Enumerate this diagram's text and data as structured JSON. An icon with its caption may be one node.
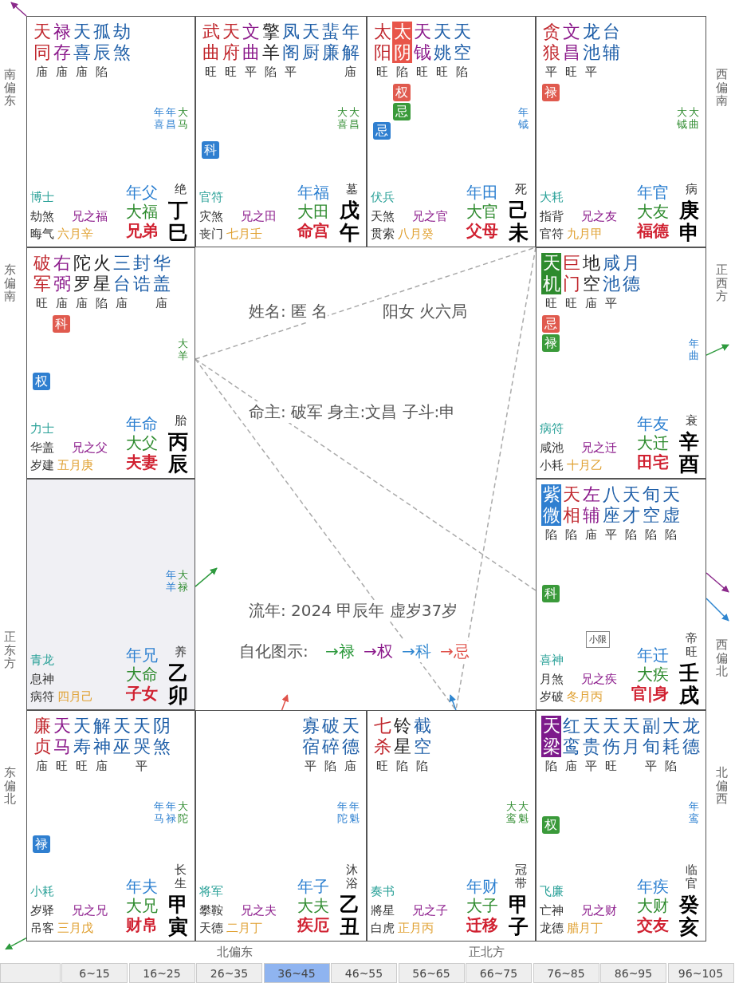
{
  "diagram": {
    "nodes": [
      {
        "text": [
          "天同",
          "禄存",
          "天喜",
          "孤辰",
          "劫煞",
          "庙庙庙陷",
          "年喜",
          "年昌",
          "大马",
          "博士",
          "劫煞",
          "晦气",
          "兄之福",
          "六月辛",
          "年父",
          "大福",
          "兄弟",
          "绝",
          "丁巳"
        ]
      },
      {
        "text": [
          "武曲",
          "天府",
          "文曲",
          "擎羊",
          "凤阁",
          "天厨",
          "蜚廉",
          "年解",
          "旺旺平陷平　　庙",
          "科",
          "大喜",
          "大昌",
          "官符",
          "灾煞",
          "丧门",
          "兄之田",
          "七月壬",
          "年福",
          "大田",
          "命宫",
          "墓",
          "戊午"
        ]
      },
      {
        "text": [
          "太阳",
          "太阴",
          "天钺",
          "天姚",
          "天空",
          "旺陷旺旺陷",
          "权",
          "忌",
          "忌",
          "年钺",
          "伏兵",
          "天煞",
          "贯索",
          "兄之官",
          "八月癸",
          "年田",
          "大官",
          "父母",
          "死",
          "己未"
        ]
      },
      {
        "text": [
          "贪狼",
          "文昌",
          "龙池",
          "台辅",
          "平旺平",
          "禄",
          "大钺",
          "大曲",
          "大耗",
          "指背",
          "官符",
          "兄之友",
          "九月甲",
          "年官",
          "大友",
          "福德",
          "病",
          "庚申"
        ]
      },
      {
        "text": [
          "破军",
          "右弼",
          "陀罗",
          "火星",
          "三台",
          "封诰",
          "华盖",
          "旺庙庙陷庙　庙",
          "科",
          "权",
          "大羊",
          "力士",
          "华盖",
          "岁建",
          "兄之父",
          "五月庚",
          "年命",
          "大父",
          "夫妻",
          "胎",
          "丙辰"
        ]
      },
      {
        "text": [
          "天机",
          "巨门",
          "地空",
          "咸池",
          "月德",
          "旺旺庙平",
          "忌",
          "禄",
          "年曲",
          "病符",
          "咸池",
          "小耗",
          "兄之迁",
          "十月乙",
          "年友",
          "大迁",
          "田宅",
          "衰",
          "辛酉"
        ]
      },
      {
        "text": [
          "年羊",
          "大禄",
          "青龙",
          "息神",
          "病符",
          "四月己",
          "年兄",
          "大命",
          "子女",
          "养",
          "乙卯"
        ]
      },
      {
        "text": [
          "紫微",
          "天相",
          "左辅",
          "八座",
          "天才",
          "旬空",
          "天虚",
          "陷陷庙平陷陷陷",
          "科",
          "小限",
          "喜神",
          "月煞",
          "岁破",
          "兄之疾",
          "冬月丙",
          "年迁",
          "大疾",
          "官|身",
          "帝旺",
          "壬戌"
        ]
      },
      {
        "text": [
          "廉贞",
          "天马",
          "天寿",
          "解神",
          "天巫",
          "天哭",
          "阴煞",
          "庙旺旺庙　平",
          "禄",
          "年马",
          "年禄",
          "大陀",
          "小耗",
          "岁驿",
          "吊客",
          "兄之兄",
          "三月戊",
          "年夫",
          "大兄",
          "财帛",
          "长生",
          "甲寅"
        ]
      },
      {
        "text": [
          "寡宿",
          "破碎",
          "天德",
          "平陷庙",
          "年陀",
          "年魁",
          "将军",
          "攀鞍",
          "天德",
          "兄之夫",
          "二月丁",
          "年子",
          "大夫",
          "疾厄",
          "沐浴",
          "乙丑"
        ]
      },
      {
        "text": [
          "七杀",
          "铃星",
          "截空",
          "旺陷陷",
          "大鸾",
          "大魁",
          "奏书",
          "將星",
          "白虎",
          "兄之子",
          "正月丙",
          "年财",
          "大子",
          "迁移",
          "冠带",
          "甲子"
        ]
      },
      {
        "text": [
          "天梁",
          "红鸾",
          "天贵",
          "天伤",
          "天月",
          "副旬",
          "大耗",
          "龙德",
          "陷庙平旺　平陷",
          "权",
          "年鸾",
          "飞廉",
          "亡神",
          "龙德",
          "兄之财",
          "腊月丁",
          "年疾",
          "大财",
          "交友",
          "临官",
          "癸亥"
        ]
      }
    ],
    "edges": [
      {
        "from": 4,
        "to": 3,
        "arrow": "none",
        "style": "dashed",
        "color": "#aaaaaa"
      },
      {
        "from": 4,
        "to": 7,
        "arrow": "none",
        "style": "dashed",
        "color": "#aaaaaa"
      },
      {
        "from": 4,
        "to": 10,
        "arrow": "none",
        "style": "dashed",
        "color": "#aaaaaa"
      },
      {
        "from": 3,
        "to": 10,
        "arrow": "none",
        "style": "dashed",
        "color": "#aaaaaa"
      },
      {
        "from": 0,
        "to": null,
        "arrow": "to",
        "color": "#8b2a8b"
      },
      {
        "from": 5,
        "to": null,
        "arrow": "to",
        "color": "#2e9a3e"
      },
      {
        "from": 6,
        "to": null,
        "arrow": "to",
        "color": "#2e9a3e"
      },
      {
        "from": 7,
        "to": null,
        "arrow": "to",
        "color": "#8b2a8b"
      },
      {
        "from": 7,
        "to": null,
        "arrow": "to",
        "color": "#2f86d0"
      },
      {
        "from": 8,
        "to": null,
        "arrow": "to",
        "color": "#2e9a3e"
      },
      {
        "from": 9,
        "to": null,
        "arrow": "to",
        "color": "#e0524a"
      },
      {
        "from": 10,
        "to": null,
        "arrow": "to",
        "color": "#2f86d0"
      }
    ],
    "labels": [
      "南偏东",
      "西偏南",
      "东偏南",
      "正西方",
      "正东方",
      "西偏北",
      "东偏北",
      "北偏西",
      "北偏东",
      "正北方",
      "姓名: 匿 名",
      "阳女 火六局",
      "命主: 破军 身主:文昌 子斗:申",
      "流年: 2024 甲辰年 虚岁37岁",
      "自化图示:",
      "→禄",
      "→权",
      "→科",
      "→忌",
      "6~15",
      "16~25",
      "26~35",
      "36~45",
      "46~55",
      "56~65",
      "66~75",
      "76~85",
      "86~95",
      "96~105"
    ]
  }
}
